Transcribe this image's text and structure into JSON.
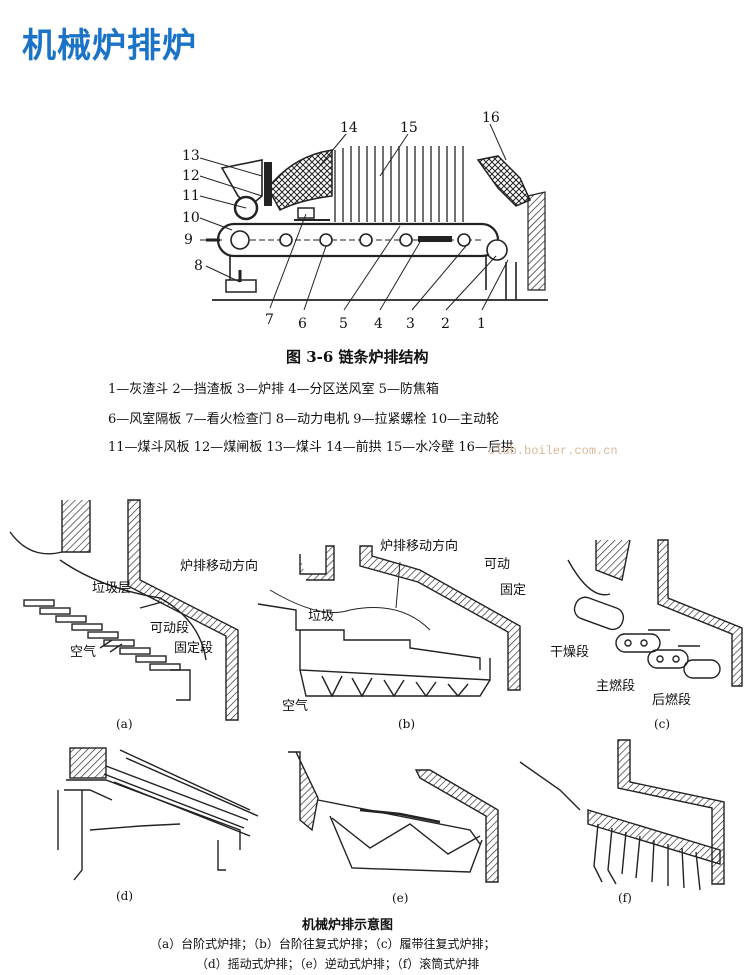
{
  "title": "机械炉排炉",
  "figure1": {
    "numbers": [
      "1",
      "2",
      "3",
      "4",
      "5",
      "6",
      "7",
      "8",
      "9",
      "10",
      "11",
      "12",
      "13",
      "14",
      "15",
      "16"
    ],
    "caption": "图 3-6    链条炉排结构",
    "legend": [
      "1—灰渣斗   2—挡渣板   3—炉排   4—分区送风室   5—防焦箱",
      "6—风室隔板   7—看火检查门   8—动力电机   9—拉紧螺栓   10—主动轮",
      "11—煤斗风板   12—煤闸板   13—煤斗   14—前拱   15—水冷壁   16—后拱"
    ],
    "watermark": "club.boiler.com.cn"
  },
  "figure2": {
    "panel_a": {
      "label": "(a)",
      "move": "炉排移动方向",
      "layer": "垃圾层",
      "movable": "可动段",
      "fixed": "固定段",
      "air": "空气"
    },
    "panel_b": {
      "label": "(b)",
      "move": "炉排移动方向",
      "movable": "可动",
      "fixed": "固定",
      "waste": "垃圾",
      "air": "空气"
    },
    "panel_c": {
      "label": "(c)",
      "dry": "干燥段",
      "main": "主燃段",
      "after": "后燃段"
    },
    "panel_d": {
      "label": "(d)"
    },
    "panel_e": {
      "label": "(e)"
    },
    "panel_f": {
      "label": "(f)"
    },
    "caption": "机械炉排示意图",
    "legend": [
      "（a）台阶式炉排；（b）台阶往复式炉排；（c）履带往复式炉排；",
      "（d）摇动式炉排；（e）逆动式炉排；（f）滚筒式炉排"
    ]
  }
}
